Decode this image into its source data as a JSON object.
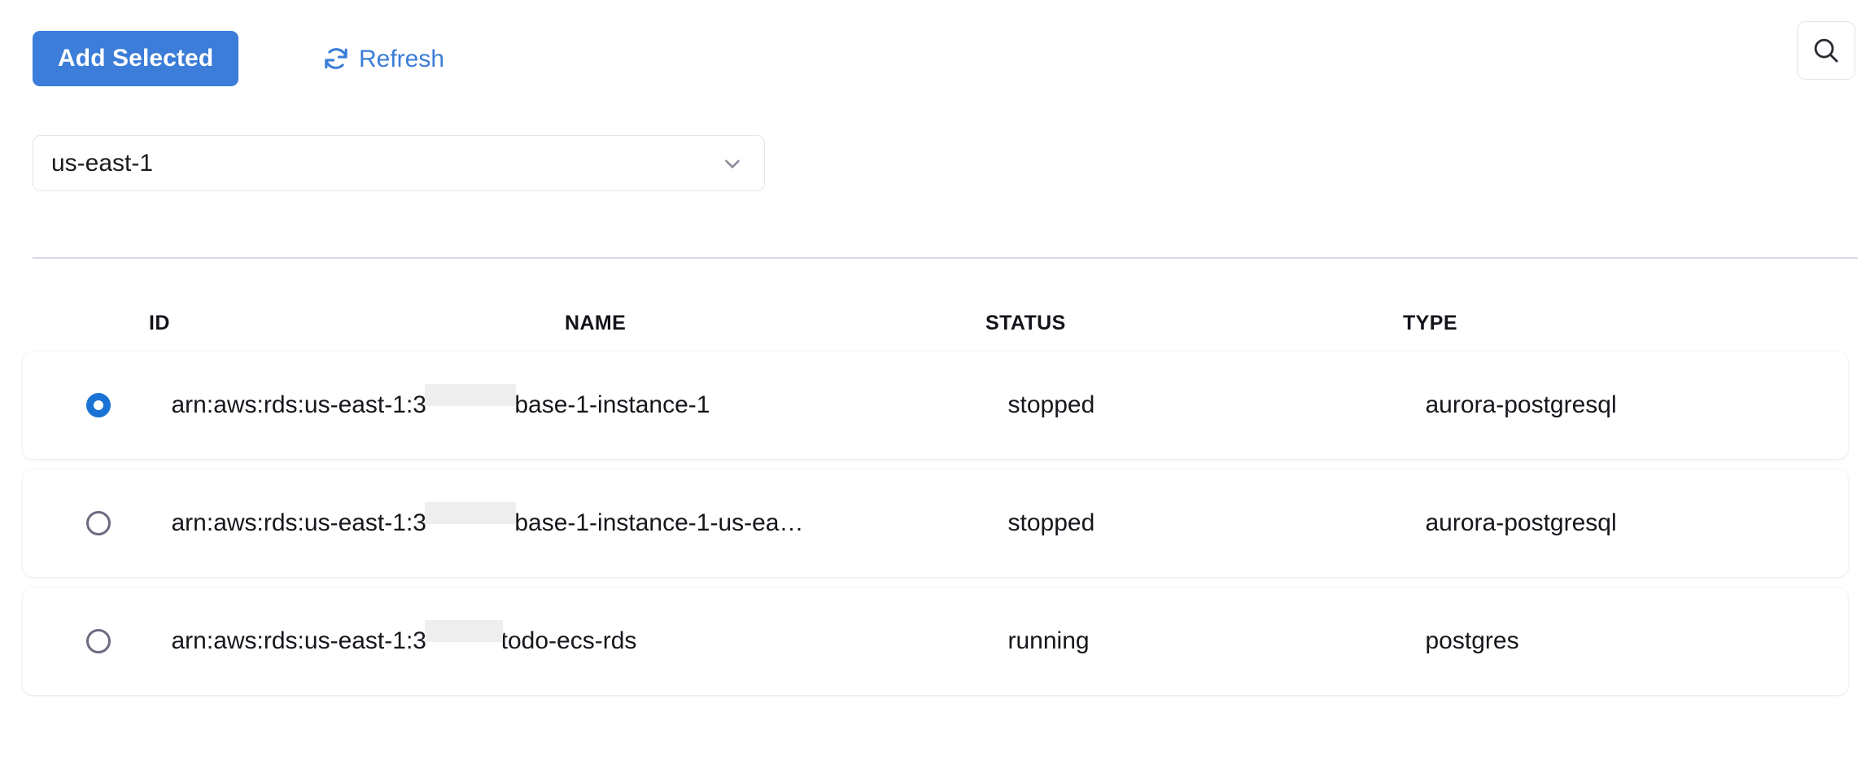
{
  "toolbar": {
    "add_selected_label": "Add Selected",
    "refresh_label": "Refresh",
    "refresh_icon": "refresh-icon",
    "search_icon": "search-icon",
    "accent_color": "#3b7dd8"
  },
  "region_select": {
    "value": "us-east-1",
    "chevron_icon": "chevron-down-icon"
  },
  "table": {
    "columns": [
      "ID",
      "NAME",
      "STATUS",
      "TYPE"
    ],
    "rows": [
      {
        "selected": true,
        "id_prefix": "arn:aws:rds:us-east-1:3",
        "id_redacted": "             ",
        "id_suffix": "base-1-instance-1",
        "name": "",
        "status": "stopped",
        "type": "aurora-postgresql"
      },
      {
        "selected": false,
        "id_prefix": "arn:aws:rds:us-east-1:3",
        "id_redacted": "             ",
        "id_suffix": "base-1-instance-1-us-ea…",
        "name": "",
        "status": "stopped",
        "type": "aurora-postgresql"
      },
      {
        "selected": false,
        "id_prefix": "arn:aws:rds:us-east-1:3",
        "id_redacted": "           ",
        "id_suffix": "todo-ecs-rds",
        "name": "",
        "status": "running",
        "type": "postgres"
      }
    ]
  }
}
